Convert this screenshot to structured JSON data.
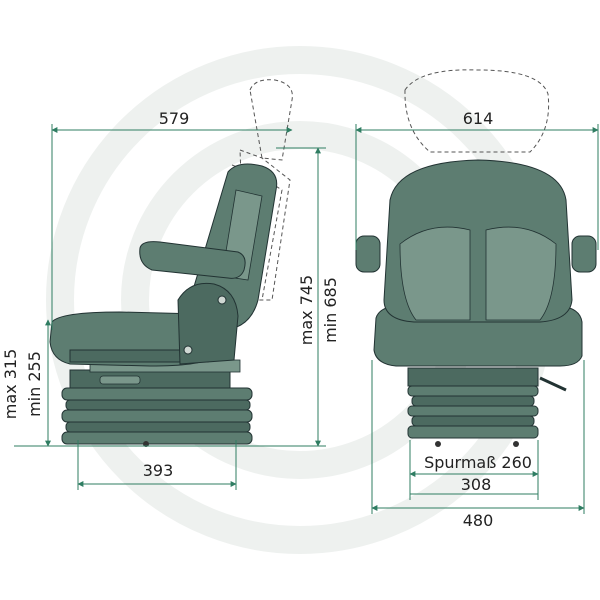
{
  "dimensions": {
    "side_width": "579",
    "front_width_top": "614",
    "max_height": "max 745",
    "min_height": "min 685",
    "max_base_height": "max 315",
    "min_base_height": "min 255",
    "base_depth": "393",
    "track_gauge": "Spurmaß 260",
    "base_width": "308",
    "overall_width": "480"
  },
  "colors": {
    "seat_fill": "#5d7d71",
    "dimension_line": "#2f7d62"
  }
}
